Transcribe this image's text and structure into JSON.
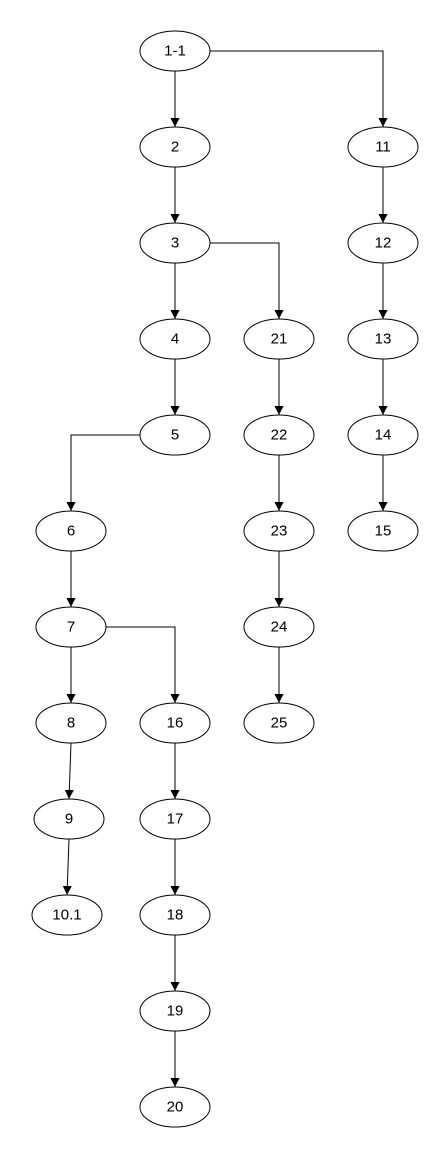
{
  "diagram": {
    "type": "tree",
    "colors": {
      "line": "#000000",
      "node_fill": "#ffffff",
      "text": "#000000"
    },
    "nodes": [
      {
        "id": "n1-1",
        "label": "1-1"
      },
      {
        "id": "n2",
        "label": "2"
      },
      {
        "id": "n3",
        "label": "3"
      },
      {
        "id": "n4",
        "label": "4"
      },
      {
        "id": "n5",
        "label": "5"
      },
      {
        "id": "n6",
        "label": "6"
      },
      {
        "id": "n7",
        "label": "7"
      },
      {
        "id": "n8",
        "label": "8"
      },
      {
        "id": "n9",
        "label": "9"
      },
      {
        "id": "n10-1",
        "label": "10.1"
      },
      {
        "id": "n11",
        "label": "11"
      },
      {
        "id": "n12",
        "label": "12"
      },
      {
        "id": "n13",
        "label": "13"
      },
      {
        "id": "n14",
        "label": "14"
      },
      {
        "id": "n15",
        "label": "15"
      },
      {
        "id": "n16",
        "label": "16"
      },
      {
        "id": "n17",
        "label": "17"
      },
      {
        "id": "n18",
        "label": "18"
      },
      {
        "id": "n19",
        "label": "19"
      },
      {
        "id": "n20",
        "label": "20"
      },
      {
        "id": "n21",
        "label": "21"
      },
      {
        "id": "n22",
        "label": "22"
      },
      {
        "id": "n23",
        "label": "23"
      },
      {
        "id": "n24",
        "label": "24"
      },
      {
        "id": "n25",
        "label": "25"
      }
    ],
    "edges": [
      [
        "n1-1",
        "n2"
      ],
      [
        "n1-1",
        "n11"
      ],
      [
        "n2",
        "n3"
      ],
      [
        "n3",
        "n4"
      ],
      [
        "n3",
        "n21"
      ],
      [
        "n4",
        "n5"
      ],
      [
        "n5",
        "n6"
      ],
      [
        "n6",
        "n7"
      ],
      [
        "n7",
        "n8"
      ],
      [
        "n7",
        "n16"
      ],
      [
        "n8",
        "n9"
      ],
      [
        "n9",
        "n10-1"
      ],
      [
        "n11",
        "n12"
      ],
      [
        "n12",
        "n13"
      ],
      [
        "n13",
        "n14"
      ],
      [
        "n14",
        "n15"
      ],
      [
        "n16",
        "n17"
      ],
      [
        "n17",
        "n18"
      ],
      [
        "n18",
        "n19"
      ],
      [
        "n19",
        "n20"
      ],
      [
        "n21",
        "n22"
      ],
      [
        "n22",
        "n23"
      ],
      [
        "n23",
        "n24"
      ],
      [
        "n24",
        "n25"
      ]
    ]
  }
}
